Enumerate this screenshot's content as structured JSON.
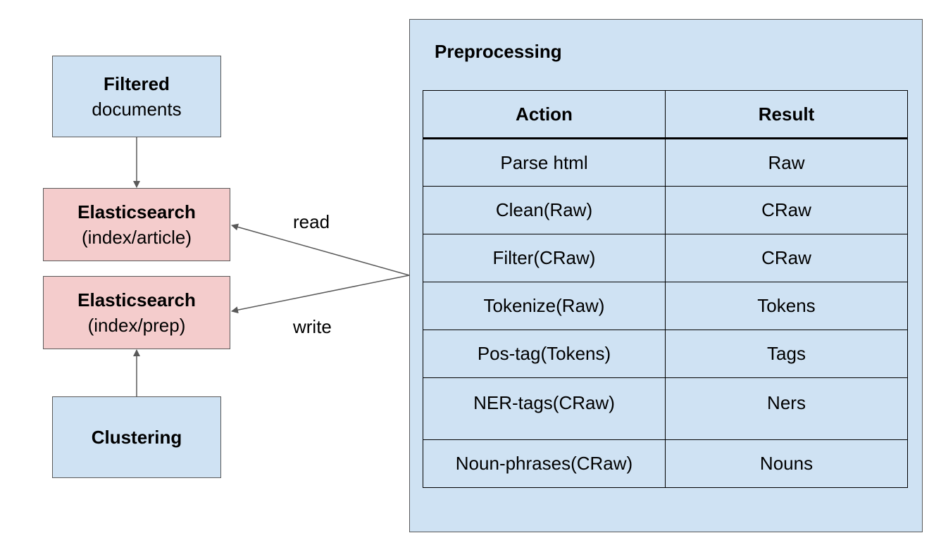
{
  "nodes": {
    "filtered": {
      "title": "Filtered",
      "subtitle": "documents"
    },
    "es_article": {
      "title": "Elasticsearch",
      "subtitle": "(index/article)"
    },
    "es_prep": {
      "title": "Elasticsearch",
      "subtitle": "(index/prep)"
    },
    "clustering": {
      "title": "Clustering"
    }
  },
  "edges": {
    "read_label": "read",
    "write_label": "write"
  },
  "preprocessing": {
    "title": "Preprocessing",
    "headers": {
      "action": "Action",
      "result": "Result"
    },
    "rows": [
      {
        "action": "Parse html",
        "result": "Raw"
      },
      {
        "action": "Clean(Raw)",
        "result": "CRaw"
      },
      {
        "action": "Filter(CRaw)",
        "result": "CRaw"
      },
      {
        "action": "Tokenize(Raw)",
        "result": "Tokens"
      },
      {
        "action": "Pos-tag(Tokens)",
        "result": "Tags"
      },
      {
        "action": "NER-tags(CRaw)",
        "result": "Ners"
      },
      {
        "action": "Noun-phrases(CRaw)",
        "result": "Nouns"
      }
    ]
  },
  "colors": {
    "blue_fill": "#cfe2f3",
    "pink_fill": "#f4cccc",
    "stroke": "#595959"
  }
}
